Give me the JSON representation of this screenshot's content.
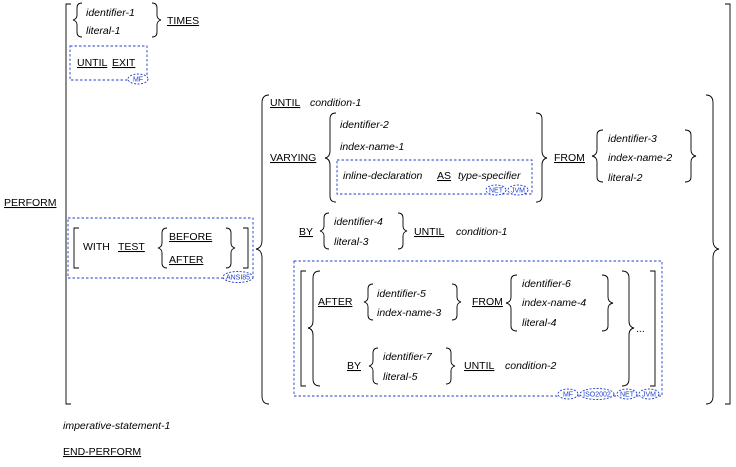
{
  "syntax": {
    "perform": "PERFORM",
    "times_block": {
      "identifier_1": "identifier-1",
      "literal_1": "literal-1",
      "times": "TIMES"
    },
    "until_exit": {
      "until": "UNTIL",
      "exit": "EXIT",
      "badge": "MF"
    },
    "with_test": {
      "with": "WITH",
      "test": "TEST",
      "before": "BEFORE",
      "after": "AFTER",
      "badge": "ANSI85"
    },
    "until_condition_1": {
      "until": "UNTIL",
      "condition": "condition-1"
    },
    "varying": {
      "varying": "VARYING",
      "identifier_2": "identifier-2",
      "index_name_1": "index-name-1",
      "inline_declaration": "inline-declaration",
      "as": "AS",
      "type_specifier": "type-specifier",
      "badges": [
        "NET",
        "JVM"
      ],
      "from": "FROM",
      "identifier_3": "identifier-3",
      "index_name_2": "index-name-2",
      "literal_2": "literal-2"
    },
    "by_clause": {
      "by": "BY",
      "identifier_4": "identifier-4",
      "literal_3": "literal-3",
      "until": "UNTIL",
      "condition": "condition-1"
    },
    "after_group": {
      "after": "AFTER",
      "identifier_5": "identifier-5",
      "index_name_3": "index-name-3",
      "from": "FROM",
      "identifier_6": "identifier-6",
      "index_name_4": "index-name-4",
      "literal_4": "literal-4",
      "by": "BY",
      "identifier_7": "identifier-7",
      "literal_5": "literal-5",
      "until": "UNTIL",
      "condition": "condition-2",
      "ellipsis": "...",
      "badges": [
        "MF",
        "ISO2002",
        "NET",
        "JVM"
      ]
    },
    "imperative_statement": "imperative-statement-1",
    "end_perform": "END-PERFORM"
  }
}
